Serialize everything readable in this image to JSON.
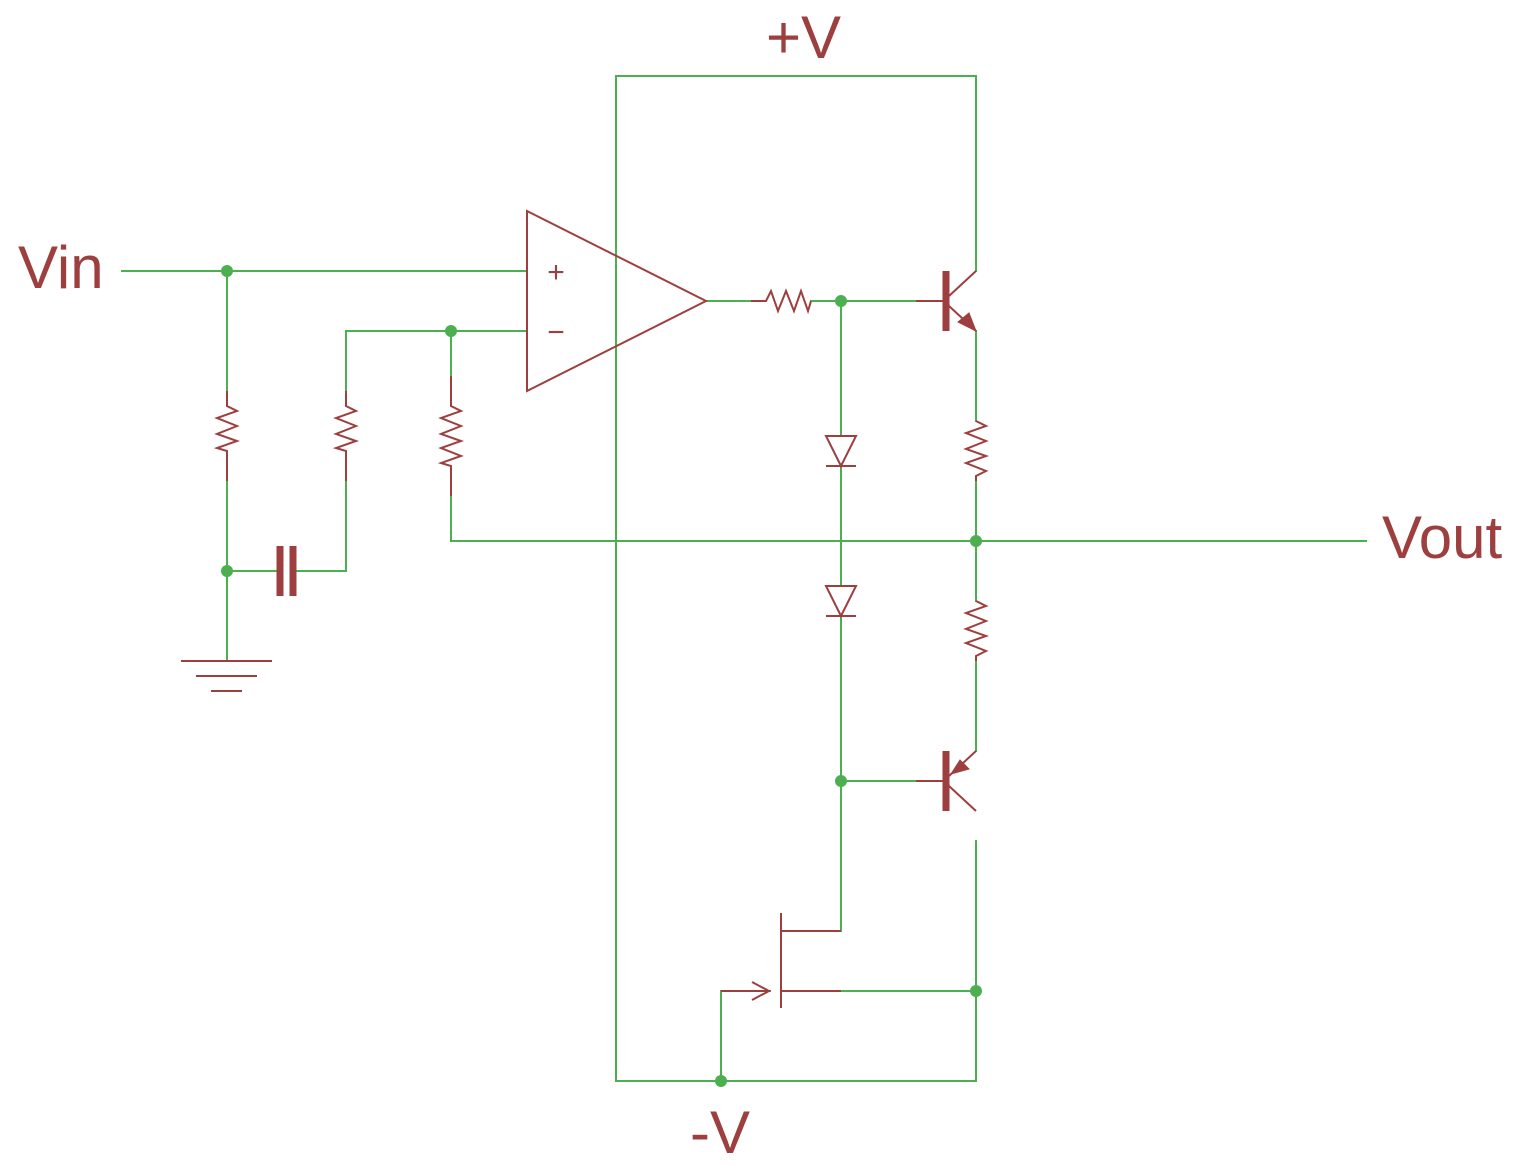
{
  "labels": {
    "vin": "Vin",
    "vout": "Vout",
    "vplus": "+V",
    "vminus": "-V"
  },
  "opamp": {
    "plus_pin": "+",
    "minus_pin": "−"
  },
  "colors": {
    "wire": "#4caf50",
    "component": "#9e3f3f",
    "background": "#ffffff"
  }
}
